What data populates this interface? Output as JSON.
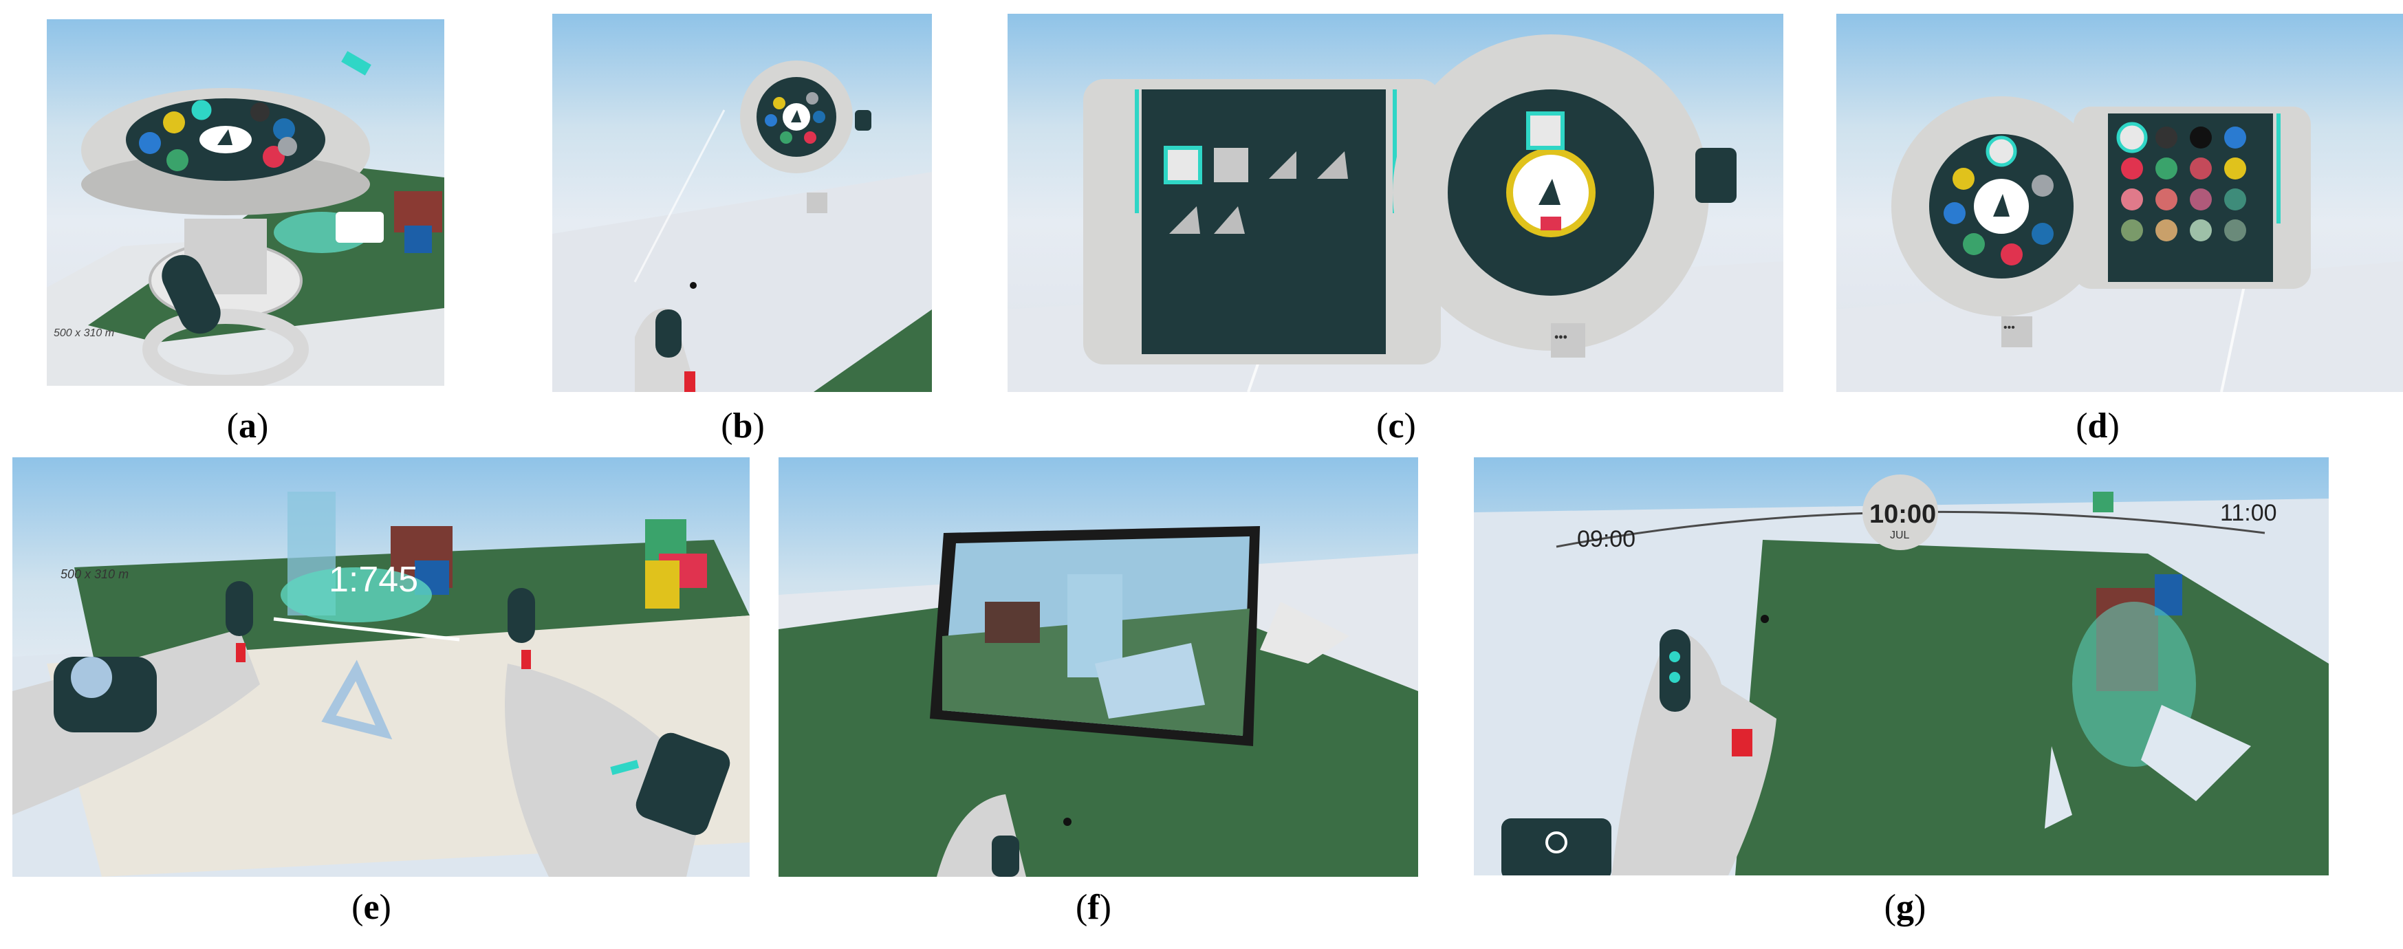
{
  "figure": {
    "panels": [
      {
        "id": "a",
        "label": "a",
        "scale_text": "500 x 310 m"
      },
      {
        "id": "b",
        "label": "b"
      },
      {
        "id": "c",
        "label": "c",
        "more_button": "•••"
      },
      {
        "id": "d",
        "label": "d",
        "more_button": "•••"
      },
      {
        "id": "e",
        "label": "e",
        "scale_ratio": "1:745",
        "scale_text": "500 x 310 m"
      },
      {
        "id": "f",
        "label": "f"
      },
      {
        "id": "g",
        "label": "g",
        "time_start": "09:00",
        "time_current": "10:00",
        "month": "JUL",
        "time_end": "11:00"
      }
    ]
  },
  "colors": {
    "menu_dark": "#1f3a3d",
    "menu_ring": "#d6d6d4",
    "accent_teal": "#2fd6c6",
    "ground_green": "#3b6e45",
    "swatches": [
      "#e0c21c",
      "#2a7bd1",
      "#3aa36b",
      "#e0334f",
      "#3e8c7a",
      "#9ea3a8",
      "#1e6fb0",
      "#c44a5a"
    ]
  },
  "icons": [
    "radial-menu-icon",
    "triangle-tool-icon",
    "shape-library-icon",
    "color-palette-icon",
    "controller-hand-icon",
    "wrist-menu-icon",
    "timeline-icon",
    "sun-icon"
  ]
}
